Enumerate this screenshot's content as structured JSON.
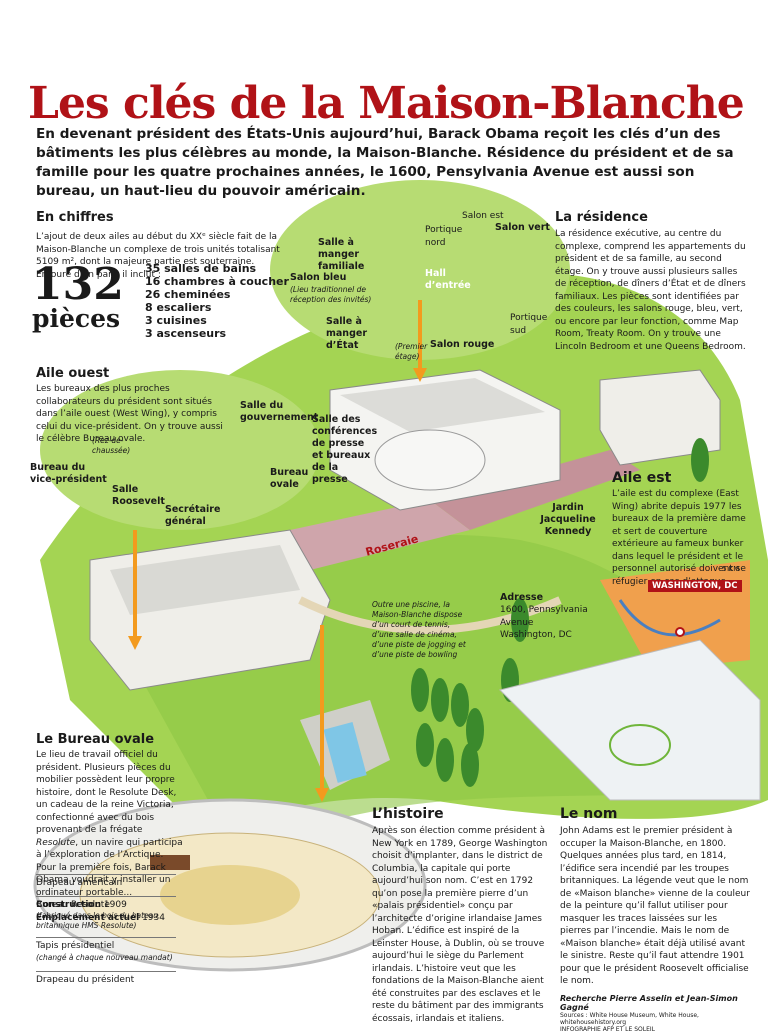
{
  "title": "Les clés de la Maison-Blanche",
  "intro": "En devenant président des États-Unis aujourd’hui, Barack Obama reçoit les clés d’un des bâtiments les plus célèbres au monde, la Maison-Blanche. Résidence du président et de sa famille pour les quatre prochaines années, le 1600, Pensylvania Avenue est aussi son bureau, un haut-lieu du pouvoir américain.",
  "chiffres": {
    "heading": "En chiffres",
    "text": "L’ajout de deux ailes au début du XXᵉ siècle fait de la Maison-Blanche un complexe de trois unités totalisant 5109 m², dont la majeure partie est souterraine. Entouré d’un parc, il inclut :",
    "big_number": "132",
    "big_unit": "pièces",
    "items": [
      "35 salles de bains",
      "16 chambres à coucher",
      "26 cheminées",
      "8 escaliers",
      "3 cuisines",
      "3 ascenseurs"
    ]
  },
  "residence": {
    "heading": "La résidence",
    "text": "La résidence exécutive, au centre du complexe, comprend les appartements du président et de sa famille, au second étage. On y trouve aussi plusieurs salles de réception, de dîners d’État et de dîners familiaux. Les pièces sont identifiées par des couleurs, les salons rouge, bleu, vert, ou encore par leur fonction, comme Map Room, Treaty Room. On y trouve une Lincoln Bedroom et une Queens Bedroom.",
    "labels": {
      "salon_est": "Salon est",
      "salon_vert": "Salon vert",
      "portique_nord": "Portique nord",
      "salle_manger_familiale": "Salle à manger familiale",
      "salon_bleu": "Salon bleu",
      "salon_bleu_note": "(Lieu traditionnel de réception des invités)",
      "hall": "Hall d’entrée",
      "salle_manger_etat": "Salle à manger d’État",
      "premier_etage": "(Premier étage)",
      "salon_rouge": "Salon rouge",
      "portique_sud": "Portique sud"
    }
  },
  "aile_ouest": {
    "heading": "Aile ouest",
    "text": "Les bureaux des plus proches collaborateurs du président sont situés dans l’aile ouest (West Wing), y compris celui du vice-président. On y trouve aussi le célèbre Bureau ovale.",
    "labels": {
      "salle_gouvernement": "Salle du gouvernement",
      "rez": "(Rez-de-chaussée)",
      "bureau_vp": "Bureau du vice-président",
      "salle_roosevelt": "Salle Roosevelt",
      "bureau_ovale": "Bureau ovale",
      "secretaire": "Secrétaire général",
      "salle_conferences": "Salle des conférences de presse et bureaux de la presse"
    }
  },
  "aile_est": {
    "heading": "Aile est",
    "text": "L’aile est du complexe (East Wing) abrite depuis 1977 les bureaux de la première dame et sert de couverture extérieure au fameux bunker dans lequel le président et le personnel autorisé doivent se réfugier en cas d’attaque.",
    "jardin": "Jardin Jacqueline Kennedy"
  },
  "roseraie": "Roseraie",
  "piscine_note": "Outre une piscine, la Maison-Blanche dispose d’un court de tennis, d’une salle de cinéma, d’une piste de jogging et d’une piste de bowling",
  "adresse": {
    "heading": "Adresse",
    "line1": "1600, Pennsylvania Avenue",
    "line2": "Washington, DC"
  },
  "map": {
    "city": "WASHINGTON, DC",
    "scale": "5 KM"
  },
  "bureau_ovale": {
    "heading": "Le Bureau ovale",
    "text_before": "Le lieu de travail officiel du président. Plusieurs pièces du mobilier possèdent leur propre histoire, dont le Resolute Desk, un cadeau de la reine Victoria, confectionné avec du bois provenant de la frégate ",
    "text_italic": "Resolute",
    "text_after": ", un navire qui participa à l’exploration de l’Arctique. Pour la première fois, Barack Obama voudrait y installer un ordinateur portable...",
    "construction_label": "Construction",
    "construction_year": "1909",
    "emplacement_label": "Emplacement actuel",
    "emplacement_year": "1934",
    "items": [
      {
        "label": "Drapeau américain",
        "note": ""
      },
      {
        "label": "Bureau Resolute",
        "note": "(fabriqué dans le bois du bateau britannique HMS Resolute)"
      },
      {
        "label": "Tapis présidentiel",
        "note": "(changé à chaque nouveau mandat)"
      },
      {
        "label": "Drapeau du président",
        "note": ""
      }
    ]
  },
  "histoire": {
    "heading": "L’histoire",
    "text": "Après son élection comme président à New York en 1789, George Washington choisit d’implanter, dans le district de Columbia, la capitale qui porte aujourd’hui son nom. C’est en 1792 qu’on pose la première pierre d’un «palais présidentiel» conçu par l’architecte d’origine irlandaise James Hoban. L’édifice est inspiré de la Leinster House, à Dublin, où se trouve aujourd’hui le siège du Parlement irlandais. L’histoire veut que les fondations de la Maison-Blanche aient été construites par des esclaves et le reste du bâtiment par des immigrants écossais, irlandais et italiens."
  },
  "nom": {
    "heading": "Le nom",
    "text": "John Adams est le premier président à occuper la Maison-Blanche, en 1800. Quelques années plus tard, en 1814, l’édifice sera incendié par les troupes britanniques. La légende veut que le nom de «Maison blanche» vienne de la couleur de la peinture qu’il fallut utiliser pour masquer les traces laissées sur les pierres par l’incendie. Mais le nom de «Maison blanche» était déjà utilisé avant le sinistre. Reste qu’il faut attendre 1901 pour que le président Roosevelt officialise le nom."
  },
  "credits": {
    "authors": "Recherche Pierre Asselin et Jean-Simon Gagné",
    "sources": "Sources : White House Museum, White House, whitehousehistory.org",
    "infographie": "INFOGRAPHIE AFP ET LE SOLEIL"
  },
  "colors": {
    "title": "#b01217",
    "lawn": "#9fd14a",
    "lawn_dark": "#6fb53a",
    "path": "#d9c7a4",
    "roof": "#c98d95",
    "arrow": "#f39a1e",
    "map": "#f0a04d"
  }
}
